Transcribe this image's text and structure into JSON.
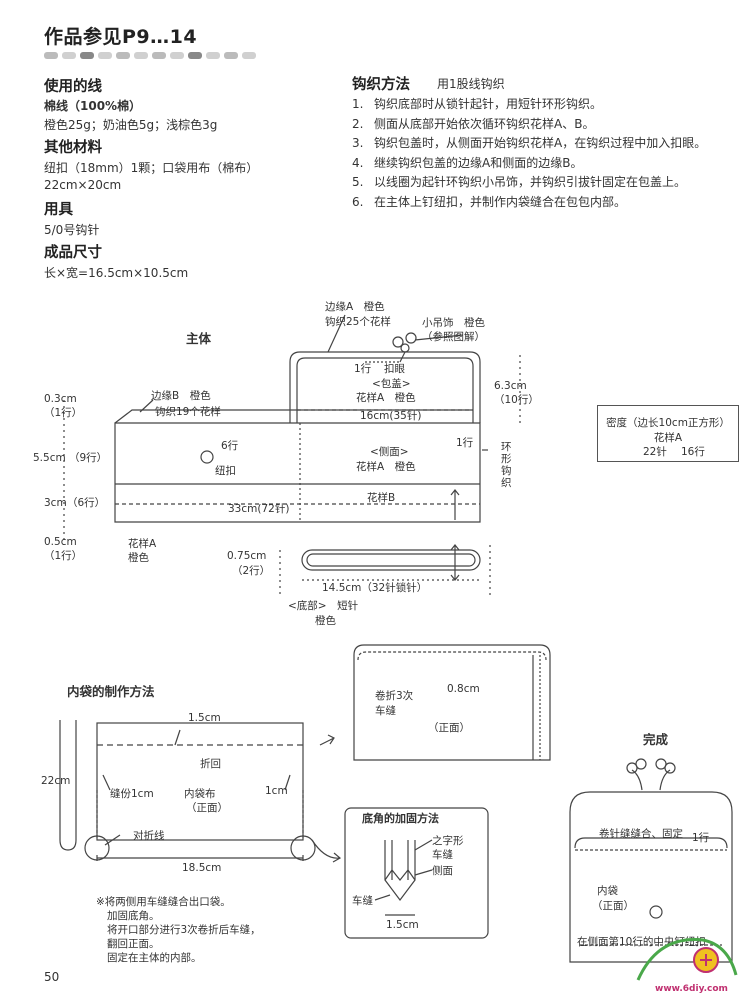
{
  "header": {
    "title": "作品参见P9…14"
  },
  "materials": {
    "yarn_head": "使用的线",
    "yarn_type": "棉线（100%棉）",
    "yarn_colors": "橙色25g；奶油色5g；浅棕色3g",
    "other_head": "其他材料",
    "other_line1": "纽扣（18mm）1颗；口袋用布（棉布）",
    "other_line2": "22cm×20cm",
    "tools_head": "用具",
    "tools_value": "5/0号钩针",
    "size_head": "成品尺寸",
    "size_value": "长×宽=16.5cm×10.5cm"
  },
  "method": {
    "head": "钩织方法",
    "sub": "用1股线钩织",
    "steps": [
      {
        "num": "1.",
        "text": "钩织底部时从锁针起针，用短针环形钩织。"
      },
      {
        "num": "2.",
        "text": "侧面从底部开始依次循环钩织花样A、B。"
      },
      {
        "num": "3.",
        "text": "钩织包盖时，从侧面开始钩织花样A，在钩织过程中加入扣眼。"
      },
      {
        "num": "4.",
        "text": "继续钩织包盖的边缘A和侧面的边缘B。"
      },
      {
        "num": "5.",
        "text": "以线圈为起针环钩织小吊饰，并钩织引拔针固定在包盖上。"
      },
      {
        "num": "6.",
        "text": "在主体上钉纽扣，并制作内袋缝合在包包内部。"
      }
    ]
  },
  "gauge": {
    "title": "密度（边长10cm正方形）",
    "pattern": "花样A",
    "stitches": "22针",
    "rows": "16行"
  },
  "body_diagram": {
    "title": "主体",
    "edge_a": "边缘A　橙色",
    "edge_a_count": "钩织25个花样",
    "charm": "小吊饰　橙色",
    "charm_ref": "（参照图解）",
    "buttonhole_rows": "1行",
    "buttonhole": "扣眼",
    "flap": "<包盖>",
    "flap_pattern": "花样A　橙色",
    "flap_width": "16cm(35针)",
    "flap_height": "6.3cm",
    "flap_height_rows": "（10行）",
    "edge_b": "边缘B　橙色",
    "edge_b_count": "钩织19个花样",
    "edge_b_height": "0.3cm",
    "edge_b_rows": "（1行）",
    "pattern_a_height": "5.5cm",
    "pattern_a_rows": "（9行）",
    "pattern_b_height": "3cm",
    "pattern_b_rows": "（6行）",
    "bottom_edge_height": "0.5cm",
    "bottom_edge_rows": "（1行）",
    "button_row": "6行",
    "button": "纽扣",
    "side": "<侧面>",
    "side_pattern": "花样A　橙色",
    "side_rows": "1行",
    "circular": "环形钩织",
    "pattern_b": "花样B",
    "side_width": "33cm(72针)",
    "pattern_a_bottom": "花样A",
    "pattern_a_bottom_color": "橙色",
    "base_height": "0.75cm",
    "base_rows": "（2行）",
    "base_width": "14.5cm（32针锁针）",
    "base": "<底部>　短针",
    "base_color": "橙色"
  },
  "inner_pocket": {
    "title": "内袋的制作方法",
    "top_margin": "1.5cm",
    "fold": "折回",
    "height": "22cm",
    "seam_left": "缝份1cm",
    "fabric": "内袋布",
    "fabric_face": "（正面）",
    "seam_right": "1cm",
    "fold_line": "对折线",
    "width": "18.5cm",
    "fold3": "卷折3次",
    "stitch": "车缝",
    "depth": "0.8cm",
    "face": "（正面）",
    "note1": "※将两侧用车缝缝合出口袋。",
    "note2": "加固底角。",
    "note3": "将开口部分进行3次卷折后车缝，",
    "note4": "翻回正面。",
    "note5": "固定在主体的内部。"
  },
  "corner": {
    "title": "底角的加固方法",
    "zigzag": "之字形",
    "zigzag2": "车缝",
    "side": "侧面",
    "stitch": "车缝",
    "width": "1.5cm"
  },
  "finished": {
    "title": "完成",
    "sew_label": "卷针缝缝合、固定",
    "rows": "1行",
    "pocket": "内袋",
    "pocket_face": "（正面）",
    "footer": "在侧面第10行的中央钉纽扣"
  },
  "footer": {
    "page_number": "50",
    "watermark": "www.6diy.com"
  }
}
